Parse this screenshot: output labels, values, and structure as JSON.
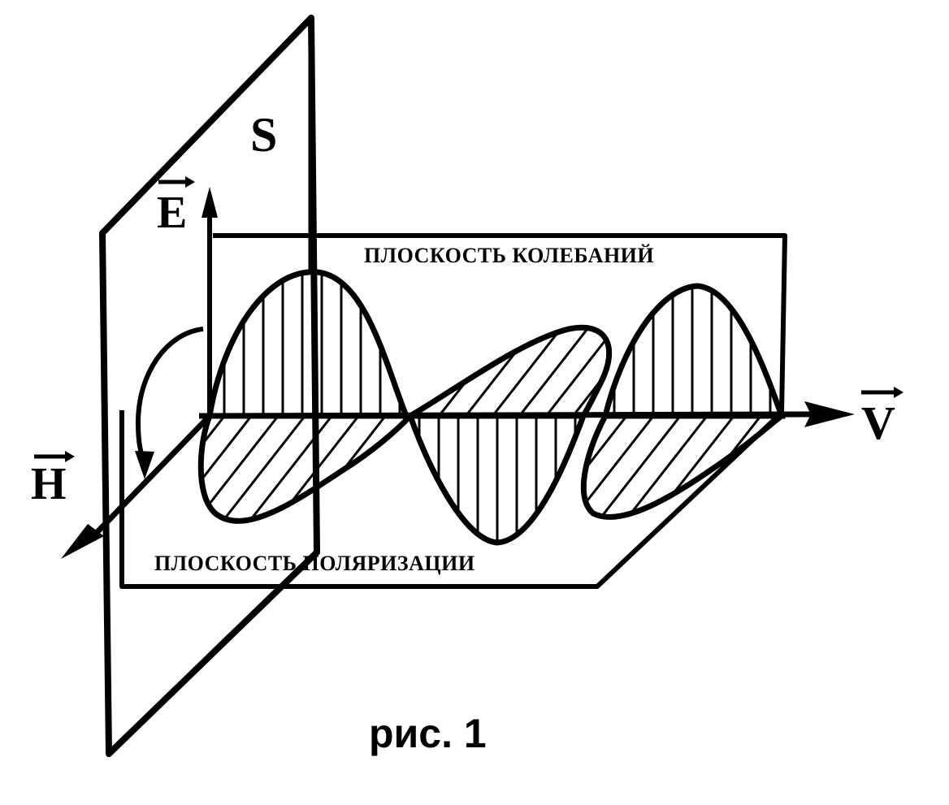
{
  "labels": {
    "s": "S",
    "e": "E",
    "h": "H",
    "v": "V",
    "oscillation_plane": "ПЛОСКОСТЬ КОЛЕБАНИЙ",
    "polarization_plane": "ПЛОСКОСТЬ ПОЛЯРИЗАЦИИ",
    "caption": "рис. 1"
  },
  "colors": {
    "ink": "#000000",
    "paper": "#ffffff"
  }
}
